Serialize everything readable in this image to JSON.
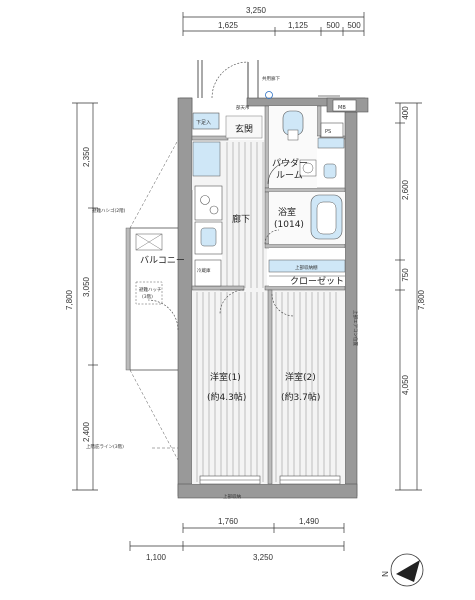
{
  "dimensions": {
    "top_overall": "3,250",
    "top_segments": [
      "1,625",
      "1,125",
      "500",
      "500"
    ],
    "left_overall": "7,800",
    "left_segments": [
      "2,350",
      "3,050",
      "2,400"
    ],
    "right_overall": "7,800",
    "right_segments": [
      "400",
      "2,600",
      "750",
      "4,050"
    ],
    "bottom_segments": [
      "1,760",
      "1,490"
    ],
    "bottom_row": [
      "1,100",
      "3,250"
    ]
  },
  "labels": {
    "common_corridor": "共用廊下",
    "entrance": "玄関",
    "shoe_box": "下足入",
    "ps": "PS",
    "mb": "MB",
    "powder_room_1": "パウダー",
    "powder_room_2": "ルーム",
    "bathroom": "浴室",
    "bathroom_size": "(1014)",
    "corridor": "廊下",
    "balcony": "バルコニー",
    "evac_ladder": "避難ハシゴ(2階)",
    "evac_hatch_1": "避難ハッチ",
    "evac_hatch_2": "(3階)",
    "upper_eave_line": "上階庇ライン(3階)",
    "closet": "クローゼット",
    "upper_shelf": "上部収納棚",
    "western_1_name": "洋室(1)",
    "western_1_size": "(約4.3帖)",
    "western_2_name": "洋室(2)",
    "western_2_size": "(約3.7帖)",
    "laundry_pan": "洗濯機置場",
    "fridge": "冷蔵庫",
    "north": "N",
    "enclosure_bottom": "上部収納"
  }
}
